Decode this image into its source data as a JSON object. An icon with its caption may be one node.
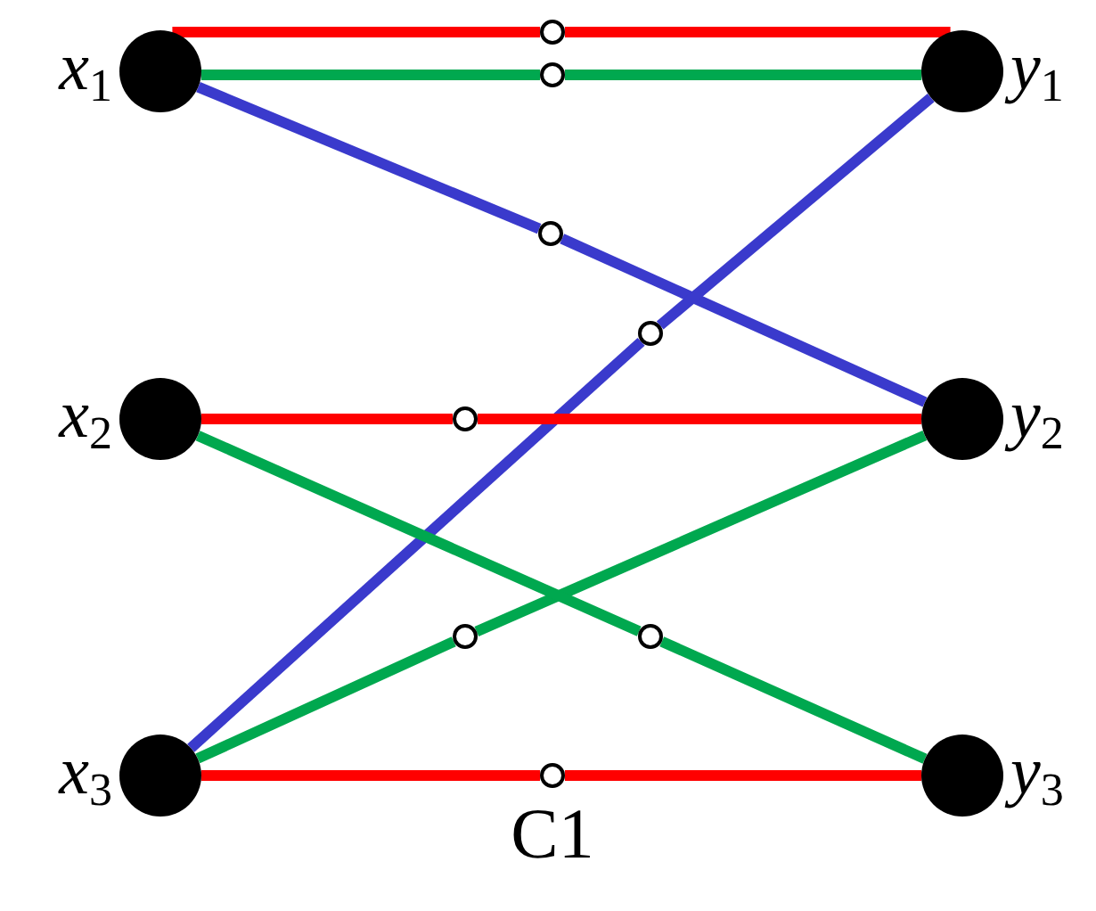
{
  "diagram": {
    "nodes": [
      {
        "text": [
          "*x*$_{1}$"
        ]
      },
      {
        "text": [
          "*y*$_{1}$"
        ]
      },
      {
        "text": [
          "*x*$_{2}$"
        ]
      },
      {
        "text": [
          "*y*$_{2}$"
        ]
      },
      {
        "text": [
          "*x*$_{3}$"
        ]
      },
      {
        "text": [
          "*y*$_{3}$"
        ]
      },
      {
        "text": [],
        "shape": "circle"
      },
      {
        "text": [],
        "shape": "circle"
      },
      {
        "text": [],
        "shape": "circle"
      },
      {
        "text": [],
        "shape": "circle"
      },
      {
        "text": [],
        "shape": "circle"
      },
      {
        "text": [],
        "shape": "circle"
      },
      {
        "text": [],
        "shape": "circle"
      },
      {
        "text": [],
        "shape": "circle"
      }
    ],
    "edges": [
      {
        "from": 0,
        "to": 6,
        "arrow": "none",
        "color": "#ff0000"
      },
      {
        "from": 6,
        "to": 1,
        "arrow": "none",
        "color": "#ff0000"
      },
      {
        "from": 0,
        "to": 7,
        "arrow": "none",
        "color": "#00a84f"
      },
      {
        "from": 7,
        "to": 1,
        "arrow": "none",
        "color": "#00a84f"
      },
      {
        "from": 0,
        "to": 8,
        "arrow": "none",
        "color": "#3a3acc"
      },
      {
        "from": 8,
        "to": 3,
        "arrow": "none",
        "color": "#3a3acc"
      },
      {
        "from": 4,
        "to": 9,
        "arrow": "none",
        "color": "#3a3acc"
      },
      {
        "from": 9,
        "to": 1,
        "arrow": "none",
        "color": "#3a3acc"
      },
      {
        "from": 2,
        "to": 10,
        "arrow": "none",
        "color": "#ff0000"
      },
      {
        "from": 10,
        "to": 3,
        "arrow": "none",
        "color": "#ff0000"
      },
      {
        "from": 4,
        "to": 11,
        "arrow": "none",
        "color": "#00a84f"
      },
      {
        "from": 11,
        "to": 3,
        "arrow": "none",
        "color": "#00a84f"
      },
      {
        "from": 2,
        "to": 12,
        "arrow": "none",
        "color": "#00a84f"
      },
      {
        "from": 12,
        "to": 5,
        "arrow": "none",
        "color": "#00a84f"
      },
      {
        "from": 4,
        "to": 13,
        "arrow": "none",
        "color": "#ff0000"
      },
      {
        "from": 13,
        "to": 5,
        "arrow": "none",
        "color": "#ff0000"
      }
    ],
    "labels": [
      "C1"
    ]
  }
}
